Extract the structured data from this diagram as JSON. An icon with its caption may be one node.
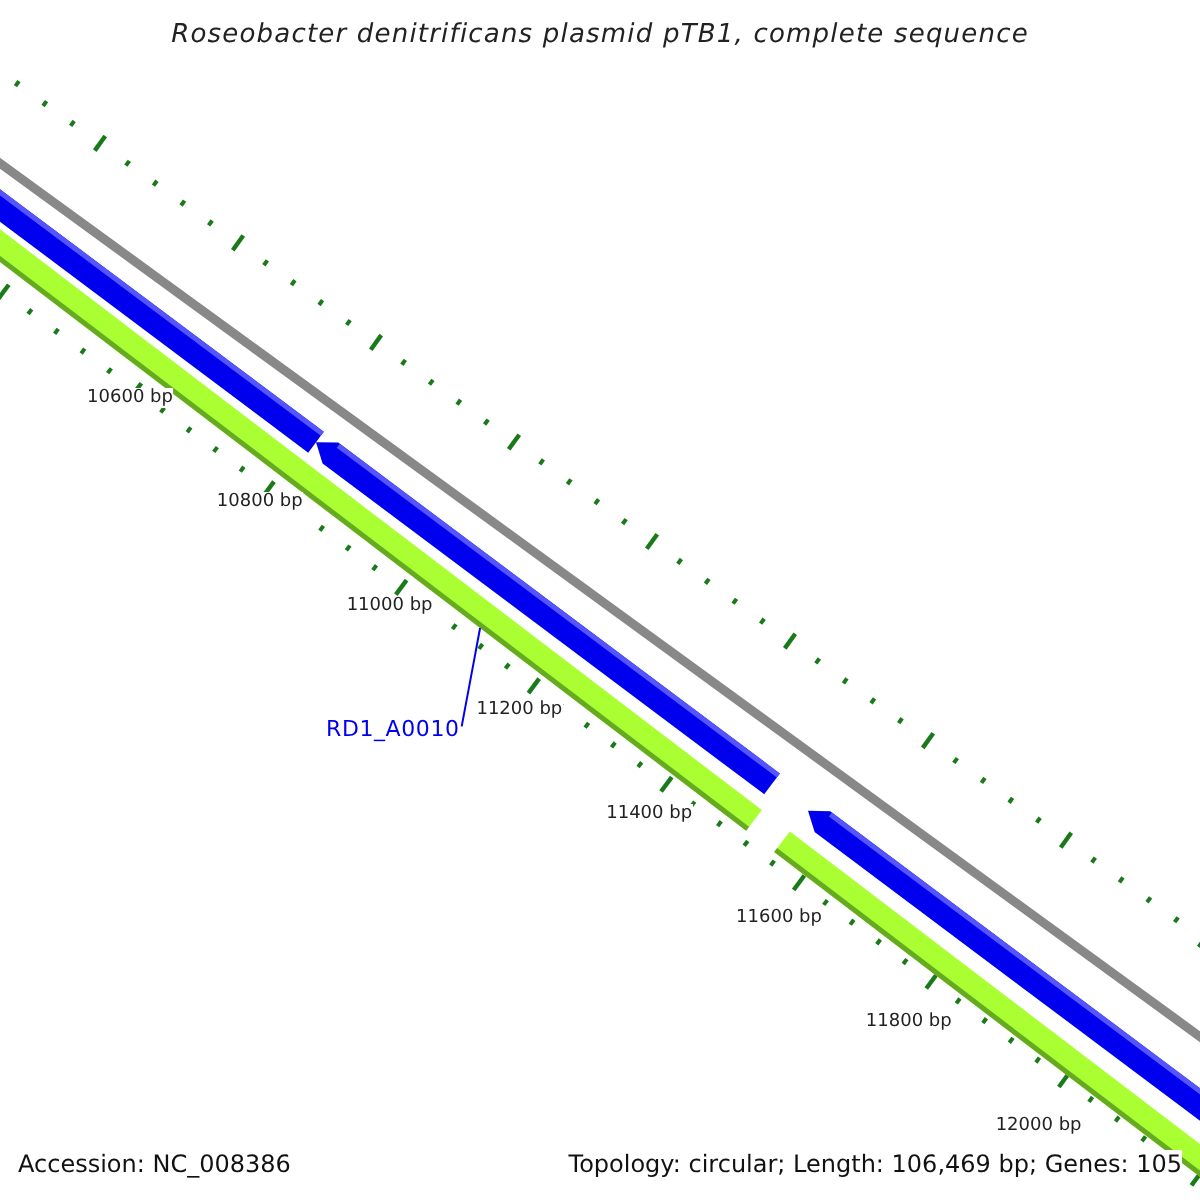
{
  "diagram": {
    "title": "Roseobacter denitrificans plasmid pTB1, complete sequence",
    "nodes": [
      {
        "text": [
          "RD1_A0010"
        ]
      },
      {
        "text": [],
        "shape": "bar"
      }
    ],
    "edges": [
      {
        "from": 0,
        "to": 1,
        "arrow": "none"
      }
    ],
    "labels": [
      "10600 bp",
      "10800 bp",
      "11000 bp",
      "11200 bp",
      "11400 bp",
      "11600 bp",
      "11800 bp",
      "12000 bp",
      "Accession: NC_008386",
      "Topology: circular; Length: 106,469 bp; Genes: 105"
    ]
  }
}
